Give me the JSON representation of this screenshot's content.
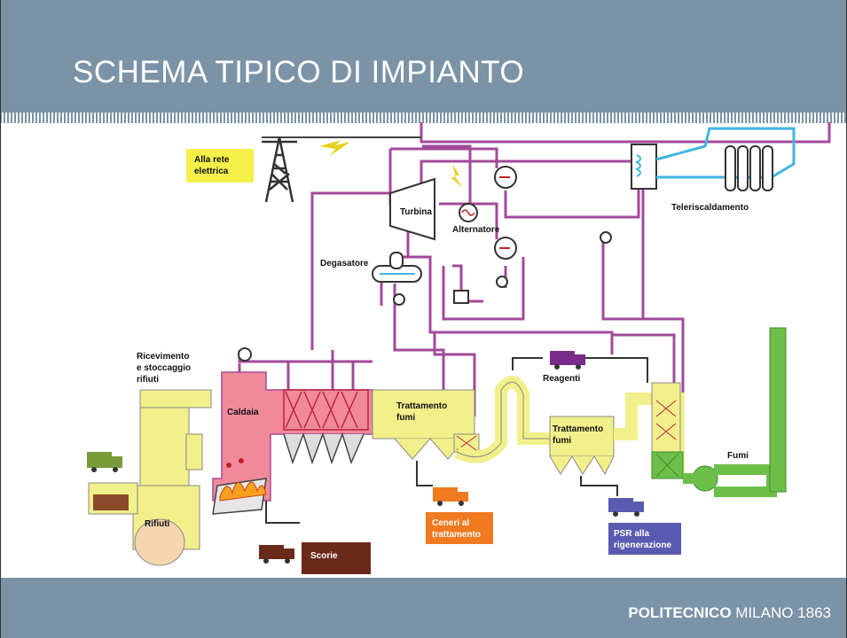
{
  "slide": {
    "title": "SCHEMA TIPICO DI IMPIANTO",
    "footer_bold": "POLITECNICO",
    "footer_rest": " MILANO 1863"
  },
  "diagram": {
    "labels": {
      "rete_line1": "Alla rete",
      "rete_line2": "elettrica",
      "turbina": "Turbina",
      "alternatore": "Alternatore",
      "degasatore": "Degasatore",
      "teleriscaldamento": "Teleriscaldamento",
      "ricevimento_line1": "Ricevimento",
      "ricevimento_line2": "e stoccaggio",
      "ricevimento_line3": "rifiuti",
      "caldaia": "Caldaia",
      "rifiuti": "Rifiuti",
      "trattamento1_line1": "Trattamento",
      "trattamento1_line2": "fumi",
      "reagenti": "Reagenti",
      "trattamento2_line1": "Trattamento",
      "trattamento2_line2": "fumi",
      "fumi": "Fumi",
      "ceneri_line1": "Ceneri al",
      "ceneri_line2": "trattamento",
      "psr_line1": "PSR alla",
      "psr_line2": "rigenerazione",
      "scorie": "Scorie"
    },
    "colors": {
      "header": "#7b93a6",
      "steam_line": "#a24a9a",
      "boiler": "#f08a9a",
      "treatment": "#f2f08a",
      "stack": "#6cc04a",
      "district_heating": "#3fb6e0",
      "truck_green": "#7a9a3a",
      "truck_orange": "#f07a20",
      "truck_purple": "#7a2a8a",
      "truck_blue": "#5a5ab0",
      "truck_brown": "#6a2a1a",
      "label_yellow": "#f5f04a"
    }
  }
}
